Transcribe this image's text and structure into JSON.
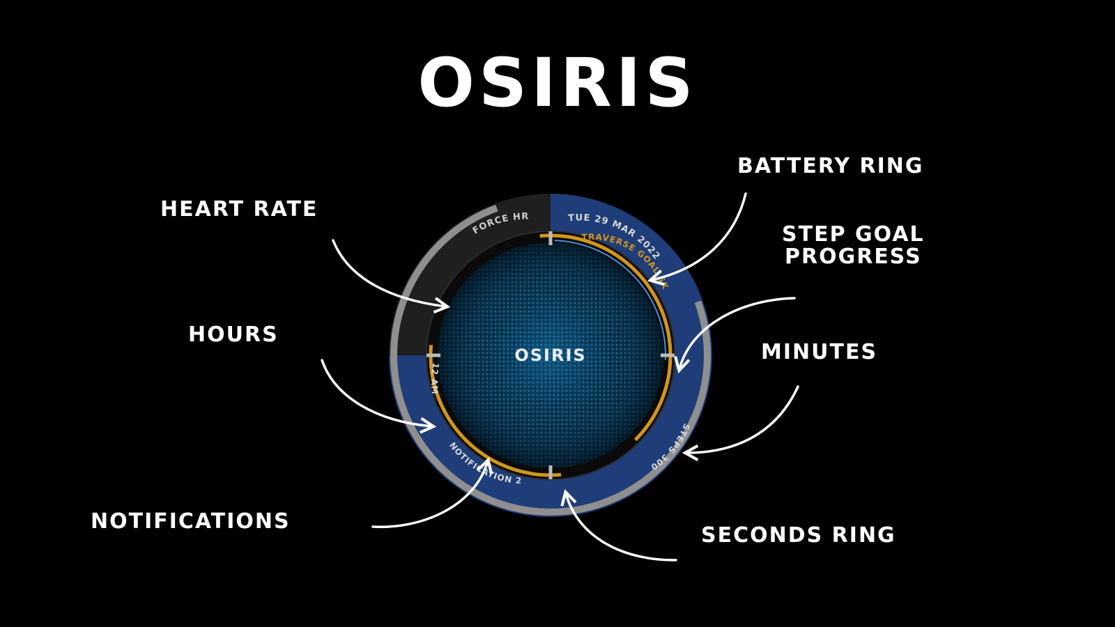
{
  "title": "OSIRIS",
  "watch": {
    "center_label": "OSIRIS",
    "heart_rate_text": "FORCE HR",
    "date_text": "TUE 29 MAR 2022",
    "step_goal_text": "TRAVERSE GOAL 6K",
    "steps_text": "STEPS 300",
    "notification_text": "NOTIFICATION 2",
    "hours_text": "12 AM",
    "colors": {
      "face": "#0b3a5c",
      "blue": "#1f3d78",
      "orange": "#d2961e",
      "gray": "#8f8f8f",
      "dark": "#2a2a2a",
      "accent": "#6fb4ff"
    }
  },
  "callouts": {
    "battery_ring": "BATTERY RING",
    "step_goal_line1": "STEP GOAL",
    "step_goal_line2": "PROGRESS",
    "heart_rate": "HEART RATE",
    "hours": "HOURS",
    "minutes": "MINUTES",
    "notifications": "NOTIFICATIONS",
    "seconds_ring": "SECONDS RING"
  }
}
